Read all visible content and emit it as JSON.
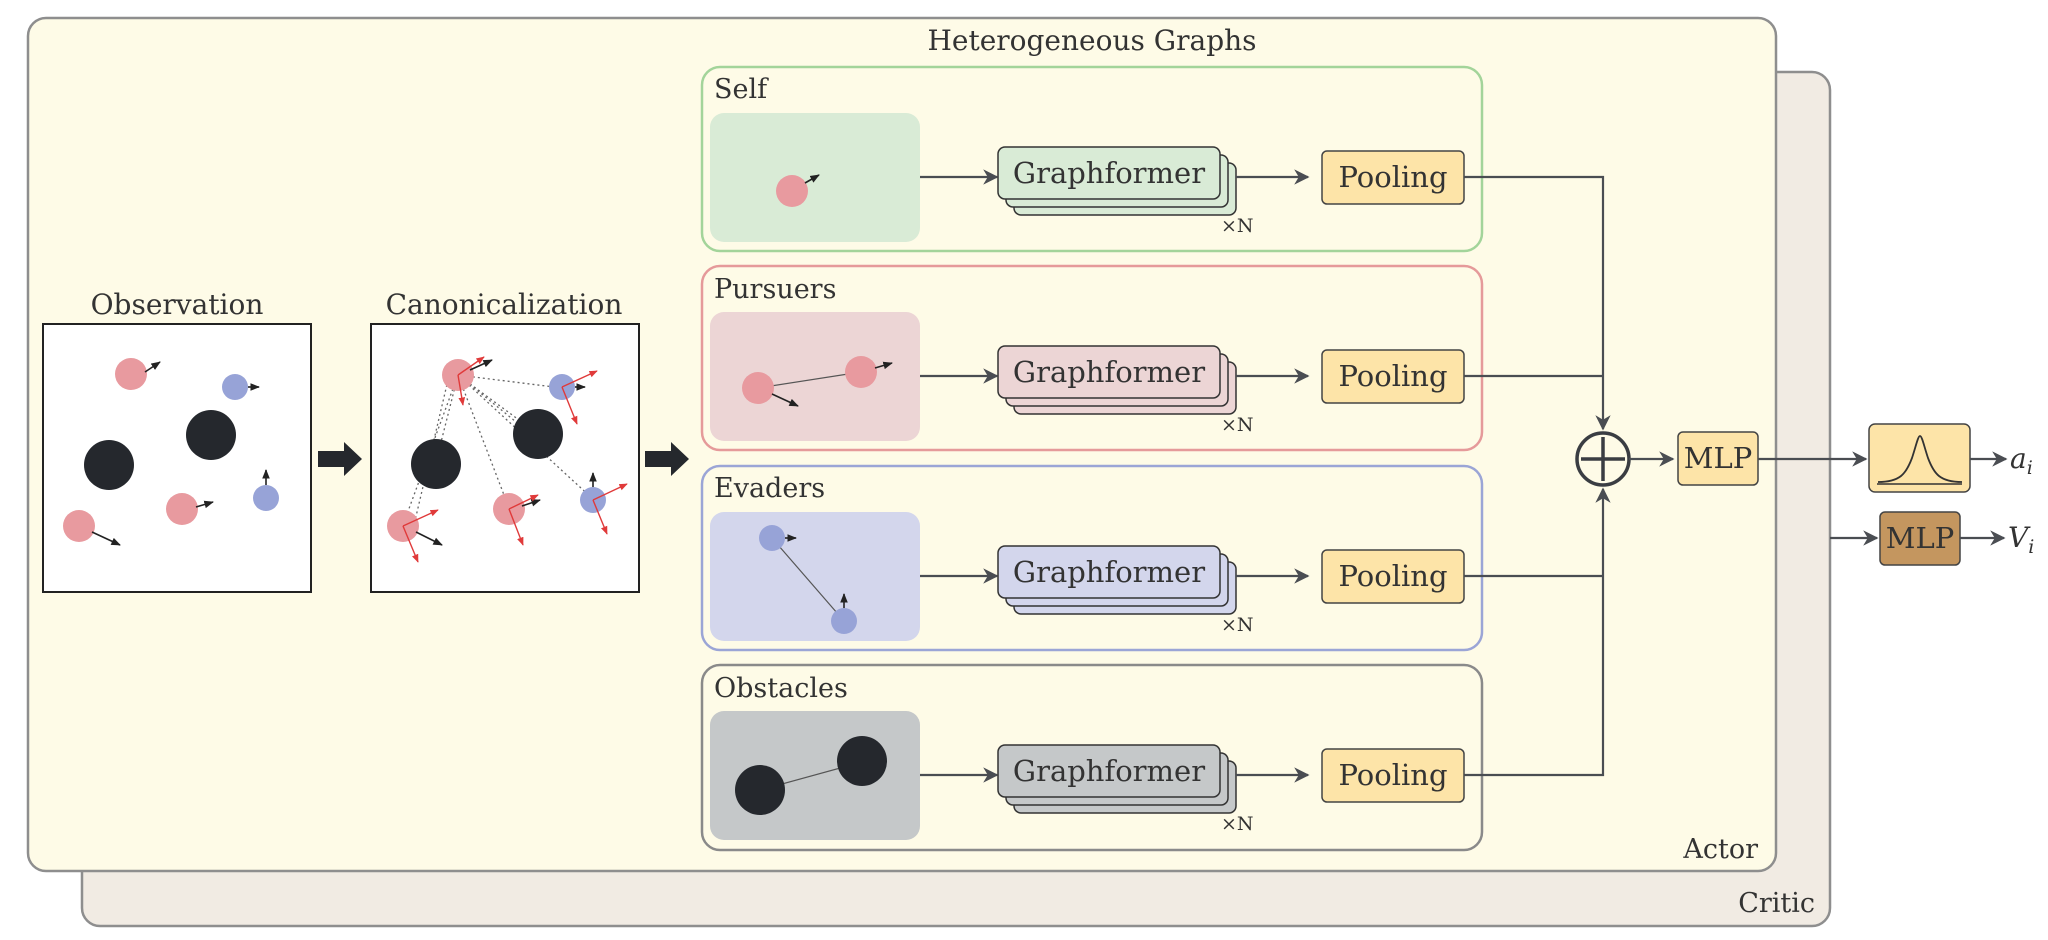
{
  "title": "Heterogeneous Graphs",
  "actor_label": "Actor",
  "critic_label": "Critic",
  "observation_label": "Observation",
  "canonicalization_label": "Canonicalization",
  "branches": [
    {
      "key": "self",
      "label": "Self",
      "block": "Graphformer",
      "repeat": "×N",
      "pool": "Pooling",
      "color": "#a3d49a",
      "fill": "#d9ebd6",
      "block_fill": "#d9ebd6"
    },
    {
      "key": "pursuers",
      "label": "Pursuers",
      "block": "Graphformer",
      "repeat": "×N",
      "pool": "Pooling",
      "color": "#e59a9a",
      "fill": "#ecd5d5",
      "block_fill": "#ecd5d5"
    },
    {
      "key": "evaders",
      "label": "Evaders",
      "block": "Graphformer",
      "repeat": "×N",
      "pool": "Pooling",
      "color": "#9ba5d6",
      "fill": "#d3d6ec",
      "block_fill": "#d3d6ec"
    },
    {
      "key": "obstacles",
      "label": "Obstacles",
      "block": "Graphformer",
      "repeat": "×N",
      "pool": "Pooling",
      "color": "#8a8a8a",
      "fill": "#c5c8c9",
      "block_fill": "#c5c8c9"
    }
  ],
  "mlp_actor": "MLP",
  "mlp_critic": "MLP",
  "output_actor": {
    "base": "a",
    "sub": "i"
  },
  "output_critic": {
    "base": "V",
    "sub": "i"
  },
  "colors": {
    "actor_bg": "#fefbe7",
    "critic_bg": "#f1ebe3",
    "pooling_fill": "#fde4a8",
    "mlp_critic_fill": "#c4965f",
    "pursuer_agent": "#e89a9f",
    "evader_agent": "#97a3d7",
    "obstacle": "#25282d",
    "arrow": "#4a4d52"
  }
}
